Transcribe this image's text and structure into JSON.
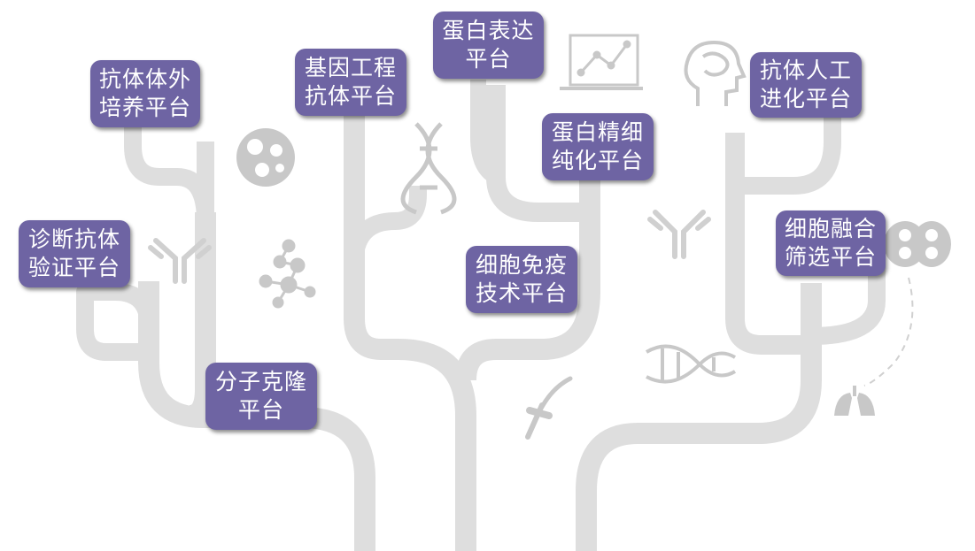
{
  "colors": {
    "label_bg": "#6e64a3",
    "label_text": "#ffffff",
    "branch": "#dedede",
    "icon": "#c8c8c8"
  },
  "platforms": [
    {
      "id": "ab-culture",
      "line1": "抗体体外",
      "line2": "培养平台"
    },
    {
      "id": "genetic-eng",
      "line1": "基因工程",
      "line2": "抗体平台"
    },
    {
      "id": "protein-exp",
      "line1": "蛋白表达",
      "line2": "平台"
    },
    {
      "id": "ab-evolution",
      "line1": "抗体人工",
      "line2": "进化平台"
    },
    {
      "id": "protein-pur",
      "line1": "蛋白精细",
      "line2": "纯化平台"
    },
    {
      "id": "diag-ab",
      "line1": "诊断抗体",
      "line2": "验证平台"
    },
    {
      "id": "immunization",
      "line1": "细胞免疫",
      "line2": "技术平台"
    },
    {
      "id": "cell-fusion",
      "line1": "细胞融合",
      "line2": "筛选平台"
    },
    {
      "id": "cloning",
      "line1": "分子克隆",
      "line2": "平台"
    }
  ],
  "icons": [
    "cell-icon",
    "dna-icon",
    "line-chart-icon",
    "brain-head-icon",
    "antibody-icon",
    "molecule-icon",
    "antibody-icon",
    "dna-helix-icon",
    "syringe-icon",
    "cells-icon",
    "lungs-icon"
  ]
}
